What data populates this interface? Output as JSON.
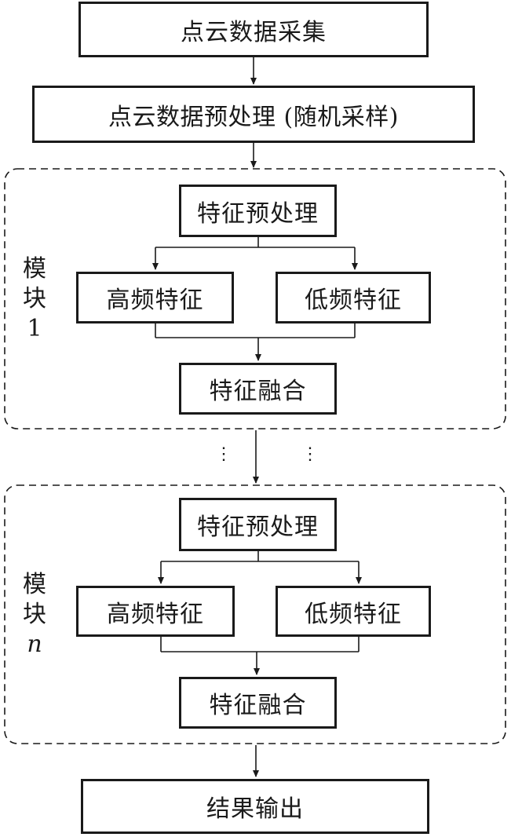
{
  "top": {
    "collect": "点云数据采集",
    "preprocess": "点云数据预处理 (随机采样)"
  },
  "modules": [
    {
      "label_lines": [
        "模",
        "块",
        "1"
      ],
      "feature_pre": "特征预处理",
      "high_freq": "高频特征",
      "low_freq": "低频特征",
      "fusion": "特征融合"
    },
    {
      "label_lines": [
        "模",
        "块",
        "n"
      ],
      "feature_pre": "特征预处理",
      "high_freq": "高频特征",
      "low_freq": "低频特征",
      "fusion": "特征融合"
    }
  ],
  "ellipsis": "⋮",
  "output": "结果输出"
}
